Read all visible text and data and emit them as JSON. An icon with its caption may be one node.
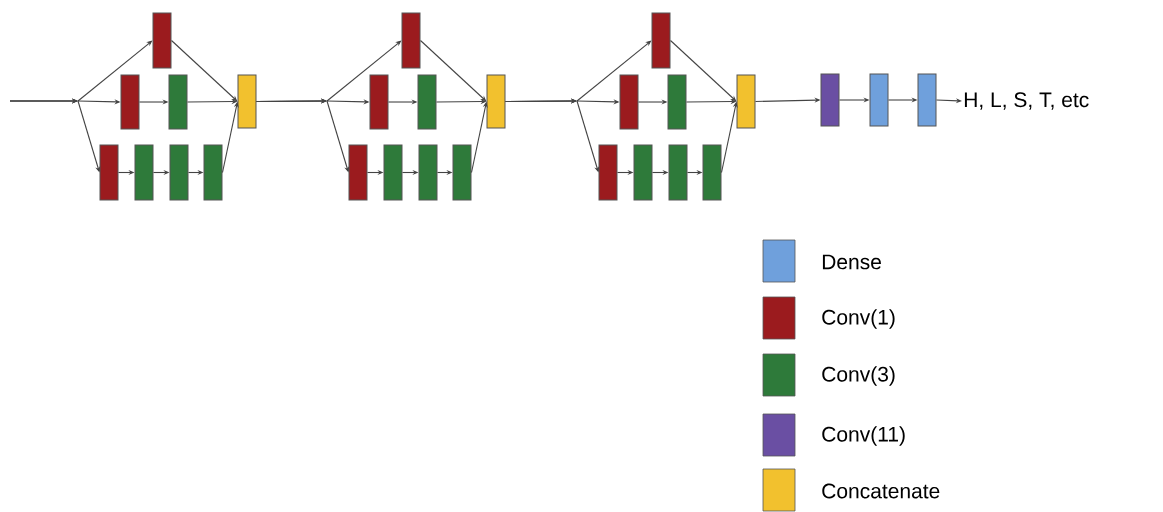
{
  "diagram": {
    "nodes": [
      {
        "text": [],
        "shape": "box"
      },
      {
        "text": [],
        "shape": "box"
      },
      {
        "text": [],
        "shape": "box"
      },
      {
        "text": [],
        "shape": "box"
      },
      {
        "text": [],
        "shape": "box"
      },
      {
        "text": [],
        "shape": "box"
      },
      {
        "text": [],
        "shape": "box"
      },
      {
        "text": [],
        "shape": "box"
      },
      {
        "text": [],
        "shape": "box"
      },
      {
        "text": [],
        "shape": "box"
      },
      {
        "text": [],
        "shape": "box"
      },
      {
        "text": [],
        "shape": "box"
      },
      {
        "text": [],
        "shape": "box"
      },
      {
        "text": [],
        "shape": "box"
      },
      {
        "text": [],
        "shape": "box"
      },
      {
        "text": [],
        "shape": "box"
      },
      {
        "text": [],
        "shape": "box"
      },
      {
        "text": [],
        "shape": "box"
      },
      {
        "text": [],
        "shape": "box"
      },
      {
        "text": [],
        "shape": "box"
      },
      {
        "text": [],
        "shape": "box"
      },
      {
        "text": [],
        "shape": "box"
      },
      {
        "text": [],
        "shape": "box"
      },
      {
        "text": [],
        "shape": "box"
      },
      {
        "text": [],
        "shape": "box"
      },
      {
        "text": [],
        "shape": "box"
      },
      {
        "text": [],
        "shape": "box"
      },
      {
        "text": [
          "H, L, S, T, etc"
        ]
      }
    ],
    "edges": [
      {
        "from": null,
        "to": 0,
        "arrow": "to"
      },
      {
        "from": null,
        "to": 1,
        "arrow": "to"
      },
      {
        "from": null,
        "to": 3,
        "arrow": "to"
      },
      {
        "from": 1,
        "to": 2,
        "arrow": "to"
      },
      {
        "from": 3,
        "to": 4,
        "arrow": "to"
      },
      {
        "from": 4,
        "to": 5,
        "arrow": "to"
      },
      {
        "from": 5,
        "to": 6,
        "arrow": "to"
      },
      {
        "from": 0,
        "to": 7,
        "arrow": "to"
      },
      {
        "from": 2,
        "to": 7,
        "arrow": "to"
      },
      {
        "from": 6,
        "to": 7,
        "arrow": "to"
      },
      {
        "from": 7,
        "to": 8,
        "arrow": "to"
      },
      {
        "from": 7,
        "to": 9,
        "arrow": "to"
      },
      {
        "from": 7,
        "to": 11,
        "arrow": "to"
      },
      {
        "from": 9,
        "to": 10,
        "arrow": "to"
      },
      {
        "from": 11,
        "to": 12,
        "arrow": "to"
      },
      {
        "from": 12,
        "to": 13,
        "arrow": "to"
      },
      {
        "from": 13,
        "to": 14,
        "arrow": "to"
      },
      {
        "from": 8,
        "to": 15,
        "arrow": "to"
      },
      {
        "from": 10,
        "to": 15,
        "arrow": "to"
      },
      {
        "from": 14,
        "to": 15,
        "arrow": "to"
      },
      {
        "from": 15,
        "to": 16,
        "arrow": "to"
      },
      {
        "from": 15,
        "to": 17,
        "arrow": "to"
      },
      {
        "from": 15,
        "to": 19,
        "arrow": "to"
      },
      {
        "from": 17,
        "to": 18,
        "arrow": "to"
      },
      {
        "from": 19,
        "to": 20,
        "arrow": "to"
      },
      {
        "from": 20,
        "to": 21,
        "arrow": "to"
      },
      {
        "from": 21,
        "to": 22,
        "arrow": "to"
      },
      {
        "from": 16,
        "to": 23,
        "arrow": "to"
      },
      {
        "from": 18,
        "to": 23,
        "arrow": "to"
      },
      {
        "from": 22,
        "to": 23,
        "arrow": "to"
      },
      {
        "from": 23,
        "to": 24,
        "arrow": "to"
      },
      {
        "from": 24,
        "to": 25,
        "arrow": "to"
      },
      {
        "from": 25,
        "to": 26,
        "arrow": "to"
      },
      {
        "from": 26,
        "to": 27,
        "arrow": "to"
      }
    ],
    "legend": [
      {
        "text": "Dense",
        "color": "#6fa0dc"
      },
      {
        "text": "Conv(1)",
        "color": "#9b1b1e"
      },
      {
        "text": "Conv(3)",
        "color": "#2e7a3a"
      },
      {
        "text": "Conv(11)",
        "color": "#6a4fa3"
      },
      {
        "text": "Concatenate",
        "color": "#f2c12e"
      }
    ]
  }
}
